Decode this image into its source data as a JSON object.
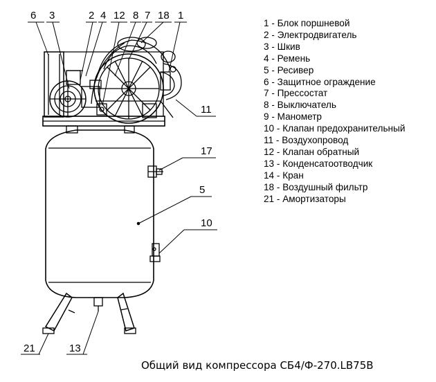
{
  "callouts": {
    "c6": "6",
    "c3": "3",
    "c2": "2",
    "c4": "4",
    "c12": "12",
    "c8": "8",
    "c7": "7",
    "c18": "18",
    "c1": "1",
    "c11": "11",
    "c17": "17",
    "c5": "5",
    "c10": "10",
    "c21": "21",
    "c13": "13"
  },
  "legend": [
    "1 - Блок поршневой",
    "2 - Электродвигатель",
    "3 - Шкив",
    "4 - Ремень",
    "5 - Ресивер",
    "6 - Защитное ограждение",
    "7 - Прессостат",
    "8 - Выключатель",
    "9 - Манометр",
    "10 - Клапан предохранительный",
    "11 - Воздухопровод",
    "12 - Клапан обратный",
    "13 - Конденсатоотводчик",
    "14 - Кран",
    "18 - Воздушный фильтр",
    "21 - Амортизаторы"
  ],
  "caption": "Общий вид компрессора СБ4/Ф-270.LB75B"
}
